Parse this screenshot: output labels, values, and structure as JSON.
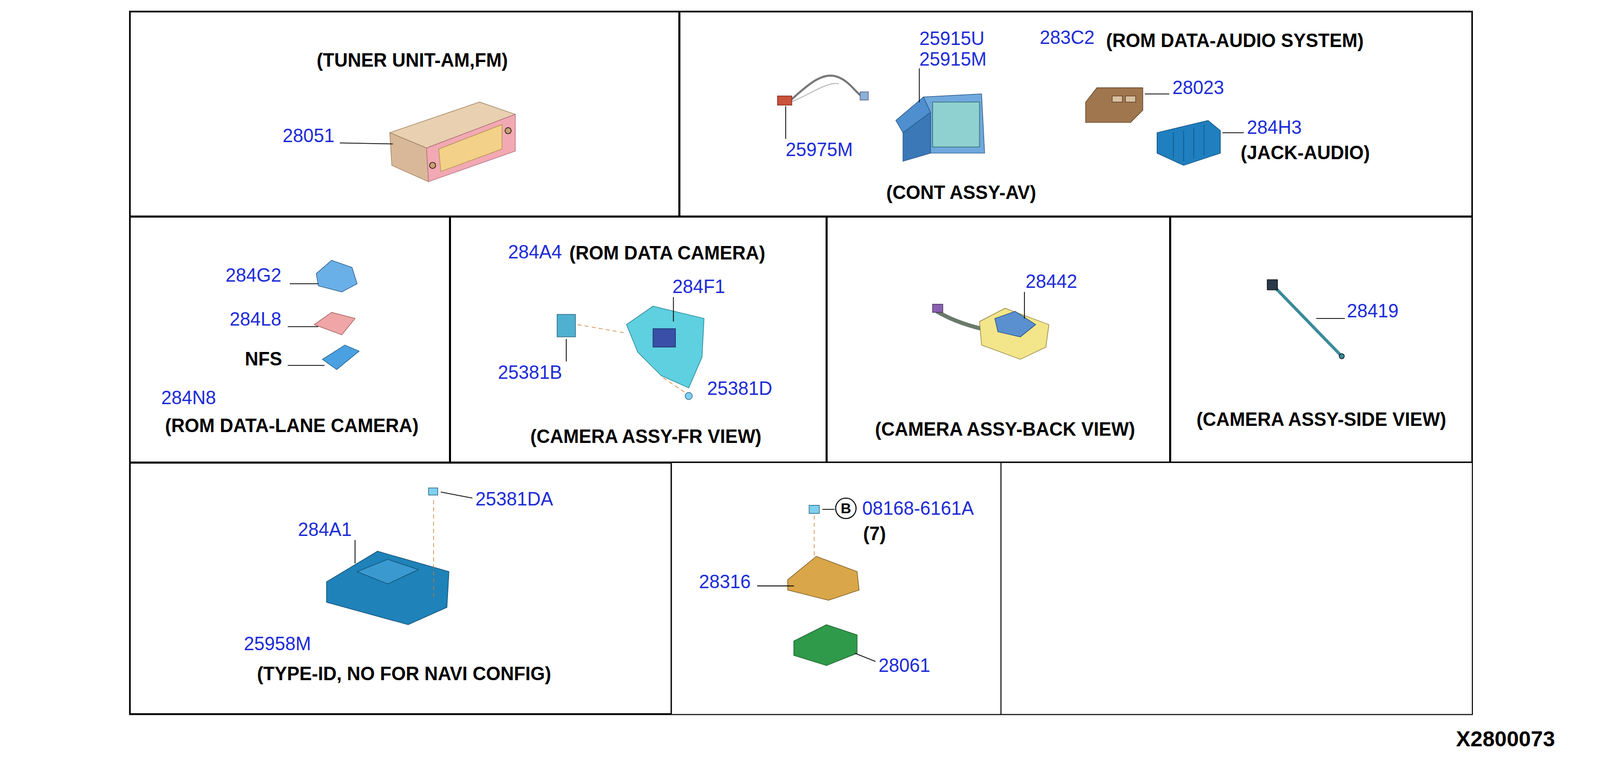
{
  "diagram": {
    "nodes": [
      {
        "text": [
          "(TUNER UNIT-AM,FM)"
        ]
      },
      {
        "text": [
          "(CONT ASSY-AV)"
        ]
      },
      {
        "text": [
          "(ROM DATA-LANE CAMERA)"
        ]
      },
      {
        "text": [
          "(CAMERA ASSY-FR VIEW)"
        ]
      },
      {
        "text": [
          "(CAMERA ASSY-BACK VIEW)"
        ]
      },
      {
        "text": [
          "(CAMERA ASSY-SIDE VIEW)"
        ]
      },
      {
        "text": [
          "(TYPE-ID, NO FOR NAVI CONFIG)"
        ]
      }
    ],
    "labels": [
      "28051",
      "25915U",
      "25915M",
      "283C2",
      "(ROM DATA-AUDIO SYSTEM)",
      "28023",
      "25975M",
      "284H3",
      "(JACK-AUDIO)",
      "284G2",
      "284L8",
      "NFS",
      "284N8",
      "284A4",
      "(ROM DATA CAMERA)",
      "284F1",
      "25381B",
      "25381D",
      "28442",
      "28419",
      "25381DA",
      "284A1",
      "25958M",
      "B",
      "08168-6161A",
      "(7)",
      "28316",
      "28061",
      "X2800073"
    ]
  }
}
